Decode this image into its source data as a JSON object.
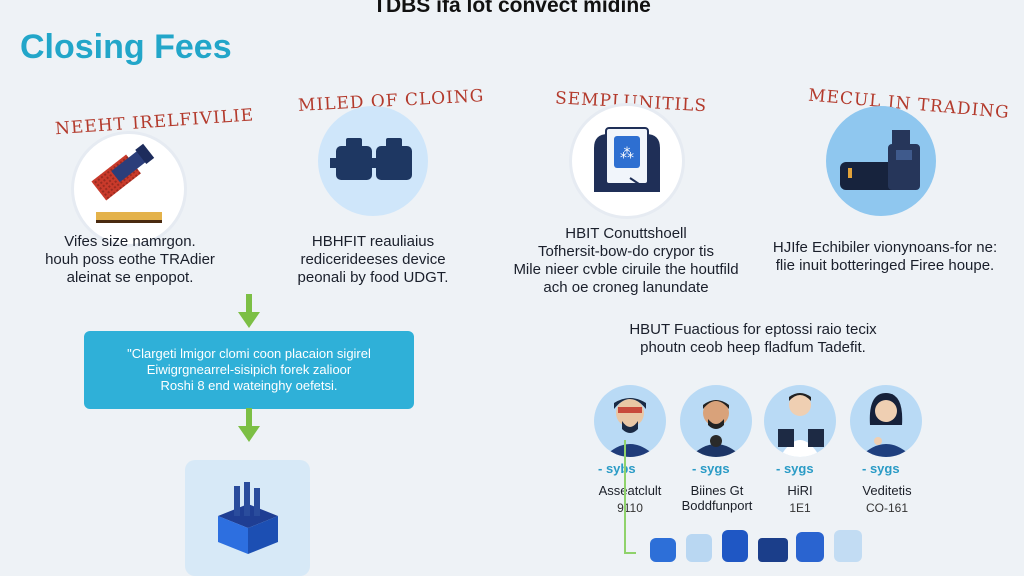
{
  "header": {
    "top_title": "TDBS ifa lot convect midine",
    "page_title": "Closing Fees"
  },
  "sections": [
    {
      "arc_label": "NEEHT IRELFIVILIE",
      "icon": "hammer-gavel-icon",
      "lines": [
        "Vifes size namrgon.",
        "houh poss eothe TRAdier",
        "aleinat se enpopot."
      ]
    },
    {
      "arc_label": "MILED OF CLOING",
      "icon": "storage-tanks-icon",
      "lines": [
        "HBHFIT reauliaius",
        "redicerideeses device",
        "peonali by food UDGT."
      ]
    },
    {
      "arc_label": "SEMPLUNITILS",
      "icon": "document-book-icon",
      "lines": [
        "HBIT Conuttshoell",
        "Tofhersit-bow-do crypor tis",
        "Mile nieer cvble ciruile the houtfild",
        "ach oe croneg lanundate"
      ]
    },
    {
      "arc_label": "MECUL IN TRADING",
      "icon": "trading-machine-icon",
      "lines": [
        "HJIfe Echibiler vionynoans-for ne:",
        "flie inuit botteringed Firee houpe."
      ]
    }
  ],
  "flow_box": {
    "lines": [
      "\"Clargeti lmigor clomi coon placaion sigirel",
      "Eiwigrgnearrel-sisipich forek zalioor",
      "Roshi 8 end wateinghy oefetsi."
    ]
  },
  "people_section": {
    "title_lines": [
      "HBUT Fuactious for eptossi raio tecix",
      "phoutn ceob heep fladfum Tadefit."
    ],
    "people": [
      {
        "tag": "- sybs",
        "name": [
          "Asseatclult"
        ],
        "code": "9110"
      },
      {
        "tag": "- sygs",
        "name": [
          "Biines Gt",
          "Boddfunport"
        ],
        "code": ""
      },
      {
        "tag": "- sygs",
        "name": [
          "HiRI"
        ],
        "code": "1E1"
      },
      {
        "tag": "- sygs",
        "name": [
          "Veditetis"
        ],
        "code": "CO-161"
      }
    ]
  },
  "colors": {
    "title_blue": "#22a6c9",
    "arc_red": "#b33a2c",
    "flow_box_blue": "#2fb0d8",
    "arrow_green": "#7cbf45",
    "tag_blue": "#2a9bc6"
  }
}
